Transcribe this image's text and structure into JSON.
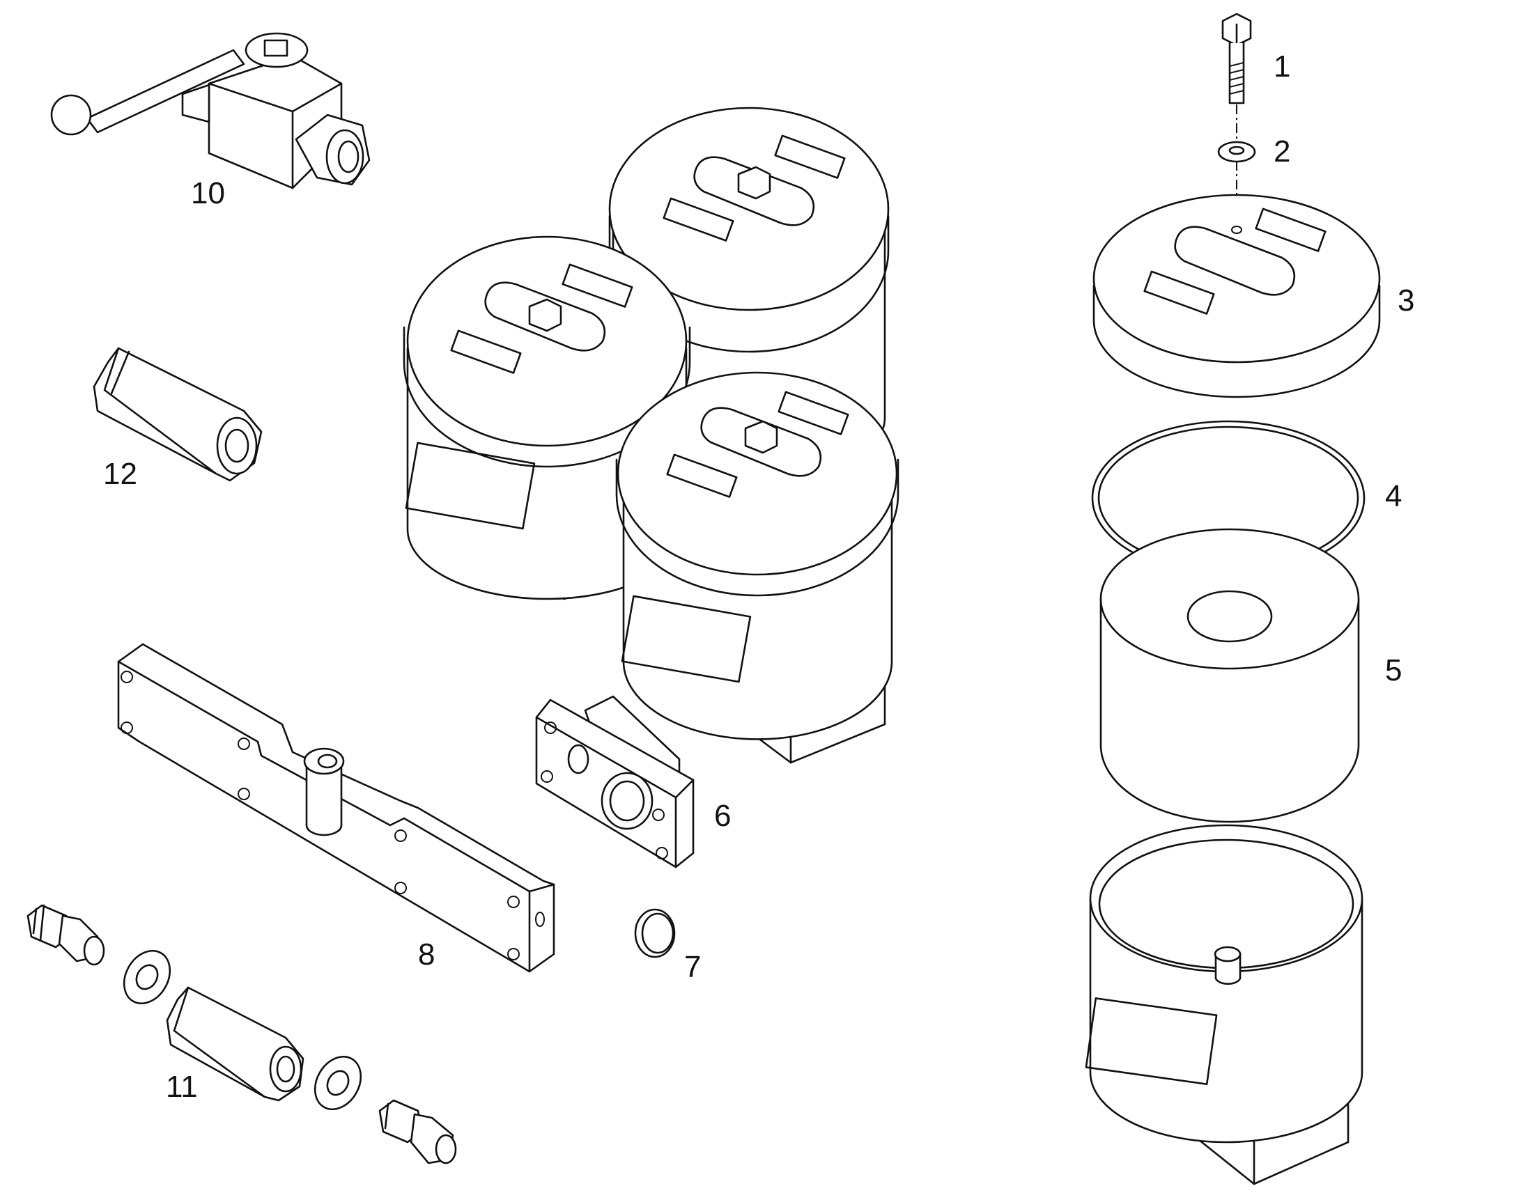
{
  "diagram": {
    "labels": {
      "p1": "1",
      "p2": "2",
      "p3": "3",
      "p4": "4",
      "p5": "5",
      "p6": "6",
      "p7": "7",
      "p8": "8",
      "p10": "10",
      "p11": "11",
      "p12": "12"
    }
  }
}
